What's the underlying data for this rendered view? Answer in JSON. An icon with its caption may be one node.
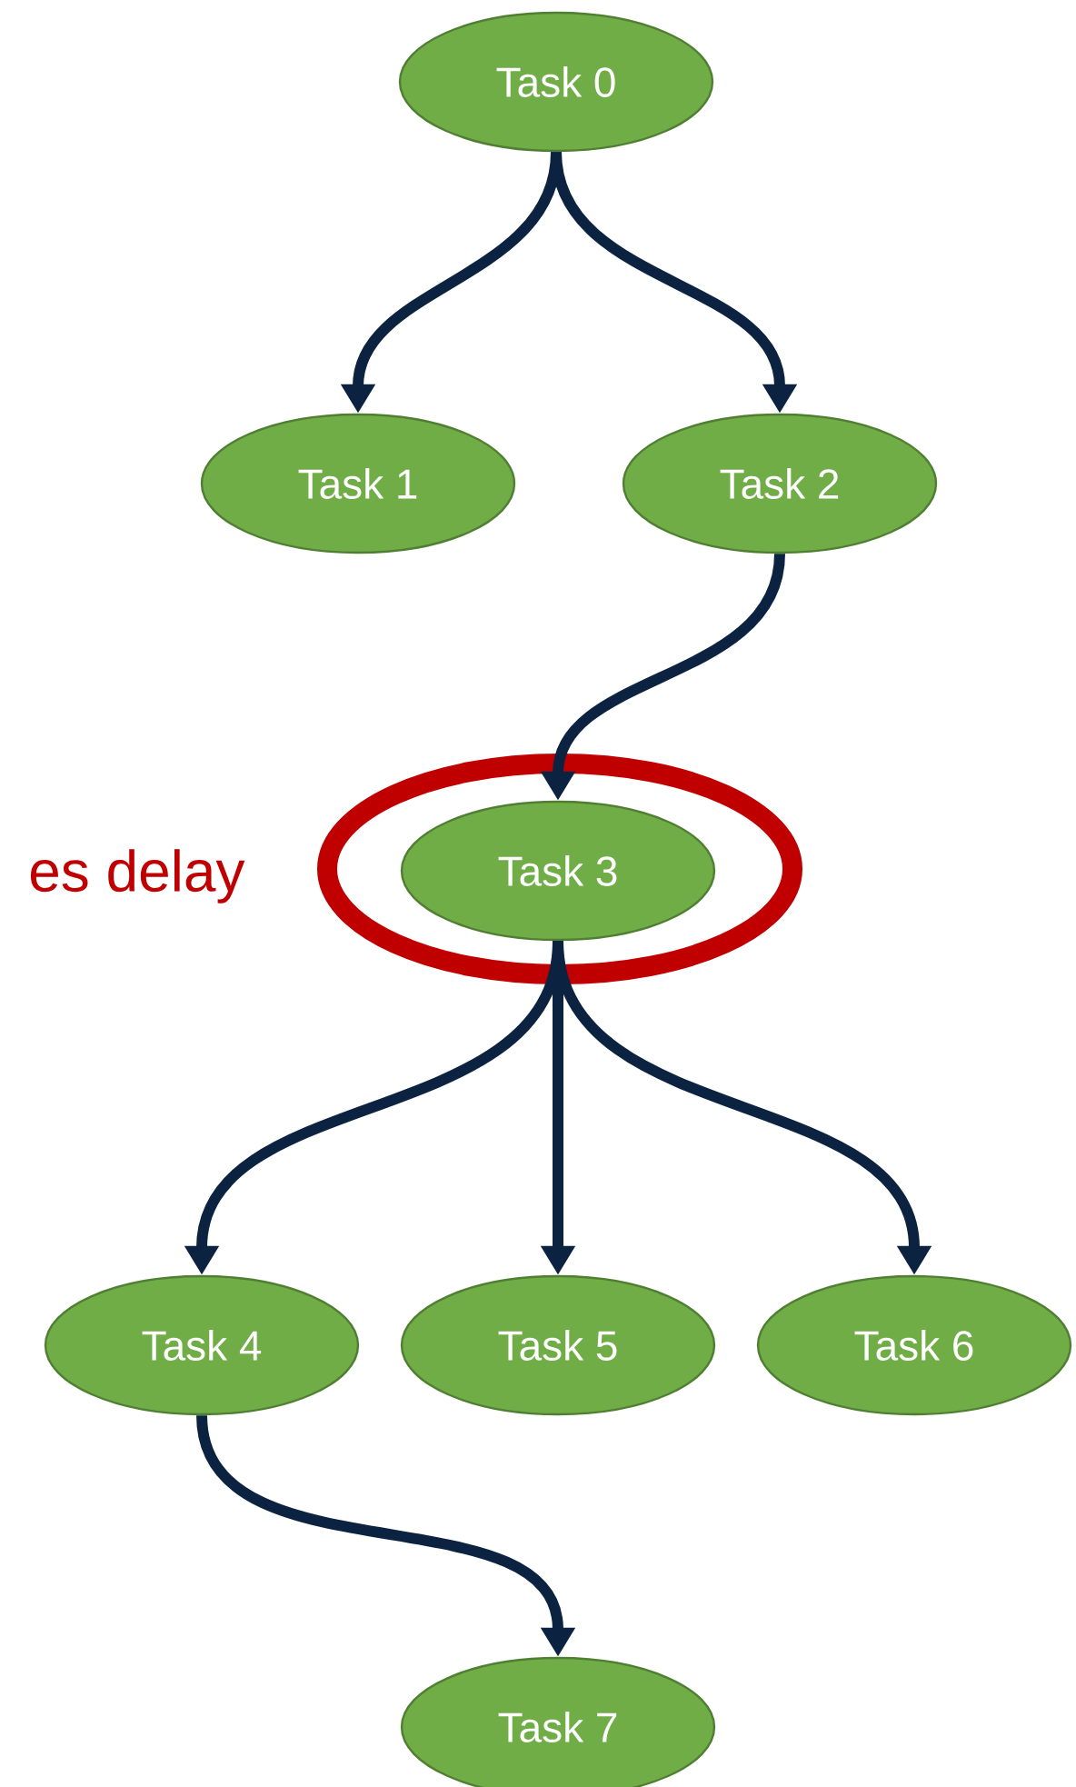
{
  "diagram": {
    "nodes": [
      {
        "text": [
          "Task 0"
        ]
      },
      {
        "text": [
          "Task 1"
        ]
      },
      {
        "text": [
          "Task 2"
        ]
      },
      {
        "text": [
          "Task 3"
        ]
      },
      {
        "text": [
          "Task 4"
        ]
      },
      {
        "text": [
          "Task 5"
        ]
      },
      {
        "text": [
          "Task 6"
        ]
      },
      {
        "text": [
          "Task 7"
        ]
      }
    ],
    "edges": [
      {
        "from": 0,
        "to": 1,
        "arrow": "to"
      },
      {
        "from": 0,
        "to": 2,
        "arrow": "to"
      },
      {
        "from": 2,
        "to": 3,
        "arrow": "to"
      },
      {
        "from": 3,
        "to": 4,
        "arrow": "to"
      },
      {
        "from": 3,
        "to": 5,
        "arrow": "to"
      },
      {
        "from": 3,
        "to": 6,
        "arrow": "to"
      },
      {
        "from": 4,
        "to": 7,
        "arrow": "to"
      }
    ],
    "labels": [
      "es delay"
    ]
  }
}
